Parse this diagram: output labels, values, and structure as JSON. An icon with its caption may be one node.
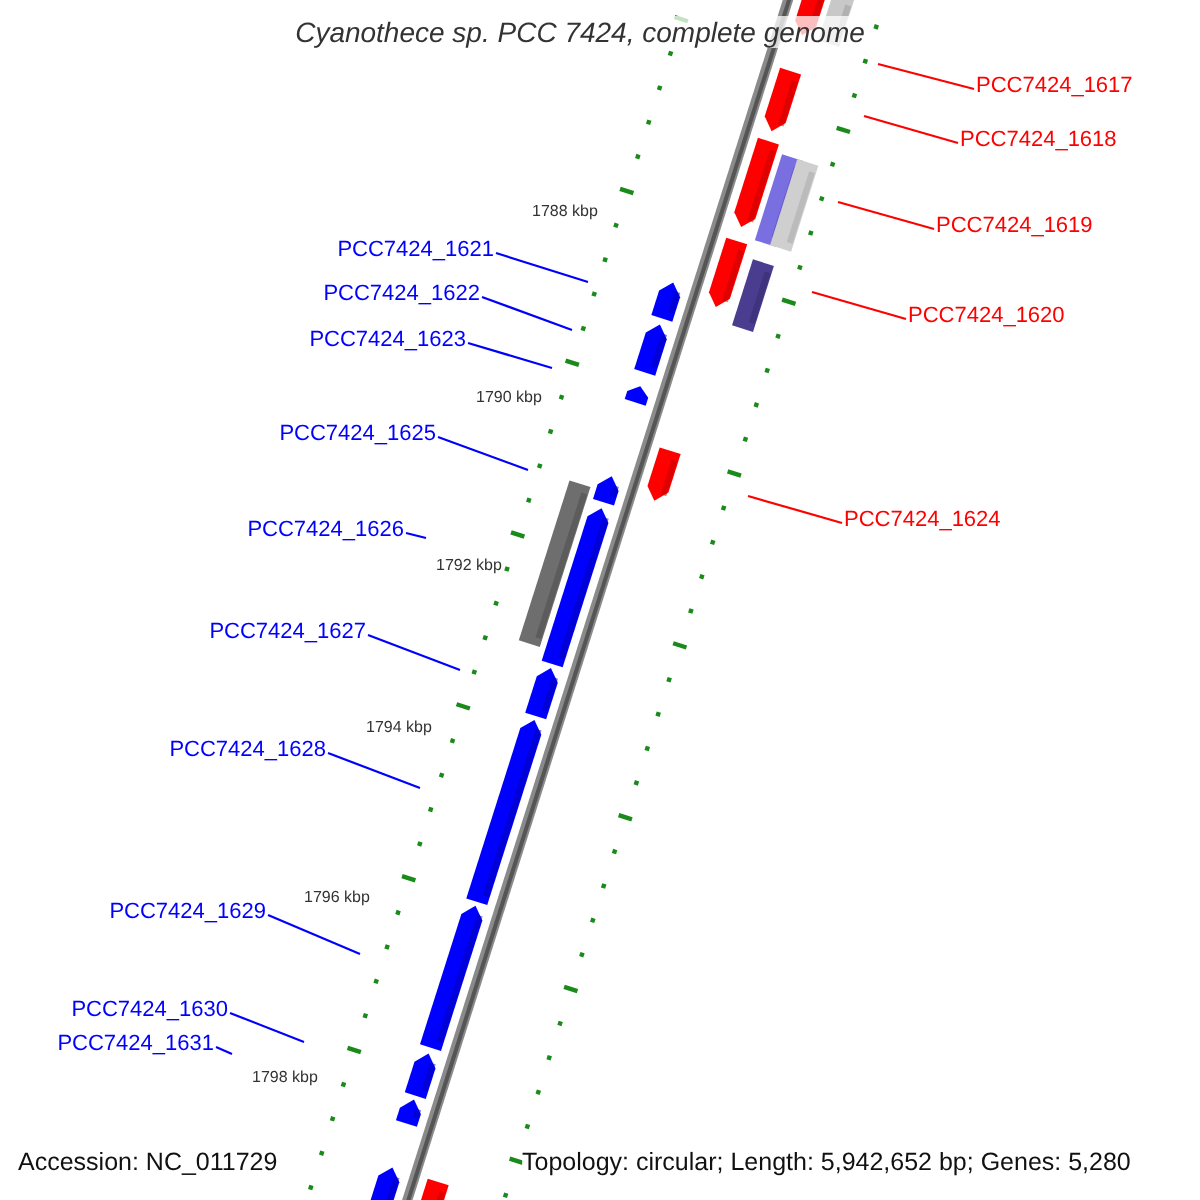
{
  "diagram": {
    "title": "Cyanothece sp. PCC 7424, complete genome",
    "nodes": [
      {
        "text": [
          "PCC7424_1617"
        ]
      },
      {
        "text": [
          "PCC7424_1618"
        ]
      },
      {
        "text": [
          "PCC7424_1619"
        ]
      },
      {
        "text": [
          "PCC7424_1621"
        ]
      },
      {
        "text": [
          "PCC7424_1622"
        ]
      },
      {
        "text": [
          "PCC7424_1620"
        ]
      },
      {
        "text": [
          "PCC7424_1623"
        ]
      },
      {
        "text": [
          "PCC7424_1625"
        ]
      },
      {
        "text": [
          "PCC7424_1624"
        ]
      },
      {
        "text": [
          "PCC7424_1626"
        ]
      },
      {
        "text": [
          "PCC7424_1627"
        ]
      },
      {
        "text": [
          "PCC7424_1628"
        ]
      },
      {
        "text": [
          "PCC7424_1629"
        ]
      },
      {
        "text": [
          "PCC7424_1630"
        ]
      },
      {
        "text": [
          "PCC7424_1631"
        ]
      }
    ],
    "edges": [
      {
        "from": 0,
        "to": null,
        "arrow": "none",
        "color": "#ff0000"
      },
      {
        "from": 1,
        "to": null,
        "arrow": "none",
        "color": "#ff0000"
      },
      {
        "from": 2,
        "to": null,
        "arrow": "none",
        "color": "#ff0000"
      },
      {
        "from": 3,
        "to": null,
        "arrow": "none"
      },
      {
        "from": 4,
        "to": null,
        "arrow": "none"
      },
      {
        "from": 5,
        "to": null,
        "arrow": "none",
        "color": "#ff0000"
      },
      {
        "from": 6,
        "to": null,
        "arrow": "none"
      },
      {
        "from": 7,
        "to": null,
        "arrow": "none"
      },
      {
        "from": 8,
        "to": null,
        "arrow": "none",
        "color": "#ff0000"
      },
      {
        "from": 9,
        "to": null,
        "arrow": "none"
      },
      {
        "from": 10,
        "to": null,
        "arrow": "none"
      },
      {
        "from": 11,
        "to": null,
        "arrow": "none"
      },
      {
        "from": 12,
        "to": null,
        "arrow": "none"
      },
      {
        "from": 13,
        "to": null,
        "arrow": "none"
      },
      {
        "from": 14,
        "to": null,
        "arrow": "none"
      }
    ],
    "labels": [
      "1788 kbp",
      "1790 kbp",
      "1792 kbp",
      "1794 kbp",
      "1796 kbp",
      "1798 kbp",
      "Accession: NC_011729",
      "Topology: circular; Length: 5,942,652 bp; Genes: 5,280"
    ]
  }
}
